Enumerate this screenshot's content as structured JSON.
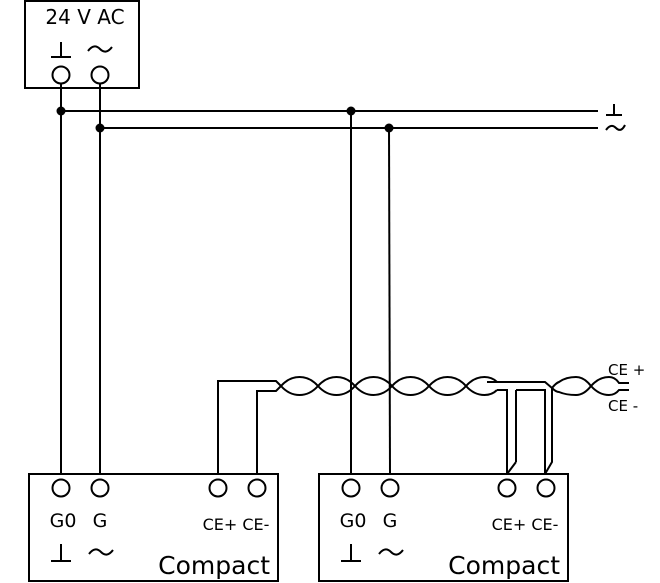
{
  "supply": {
    "label": "24 V AC",
    "ground_symbol": "⊥",
    "ac_symbol": "∼"
  },
  "bus": {
    "ground_symbol": "⊥",
    "ac_symbol": "∼"
  },
  "comm_bus": {
    "ce_plus_label": "CE +",
    "ce_minus_label": "CE -"
  },
  "controllers": [
    {
      "name": "Compact",
      "g0_label": "G0",
      "g_label": "G",
      "ce_label": "CE+ CE-",
      "ground_symbol": "⊥",
      "ac_symbol": "∼"
    },
    {
      "name": "Compact",
      "g0_label": "G0",
      "g_label": "G",
      "ce_label": "CE+ CE-",
      "ground_symbol": "⊥",
      "ac_symbol": "∼"
    }
  ]
}
